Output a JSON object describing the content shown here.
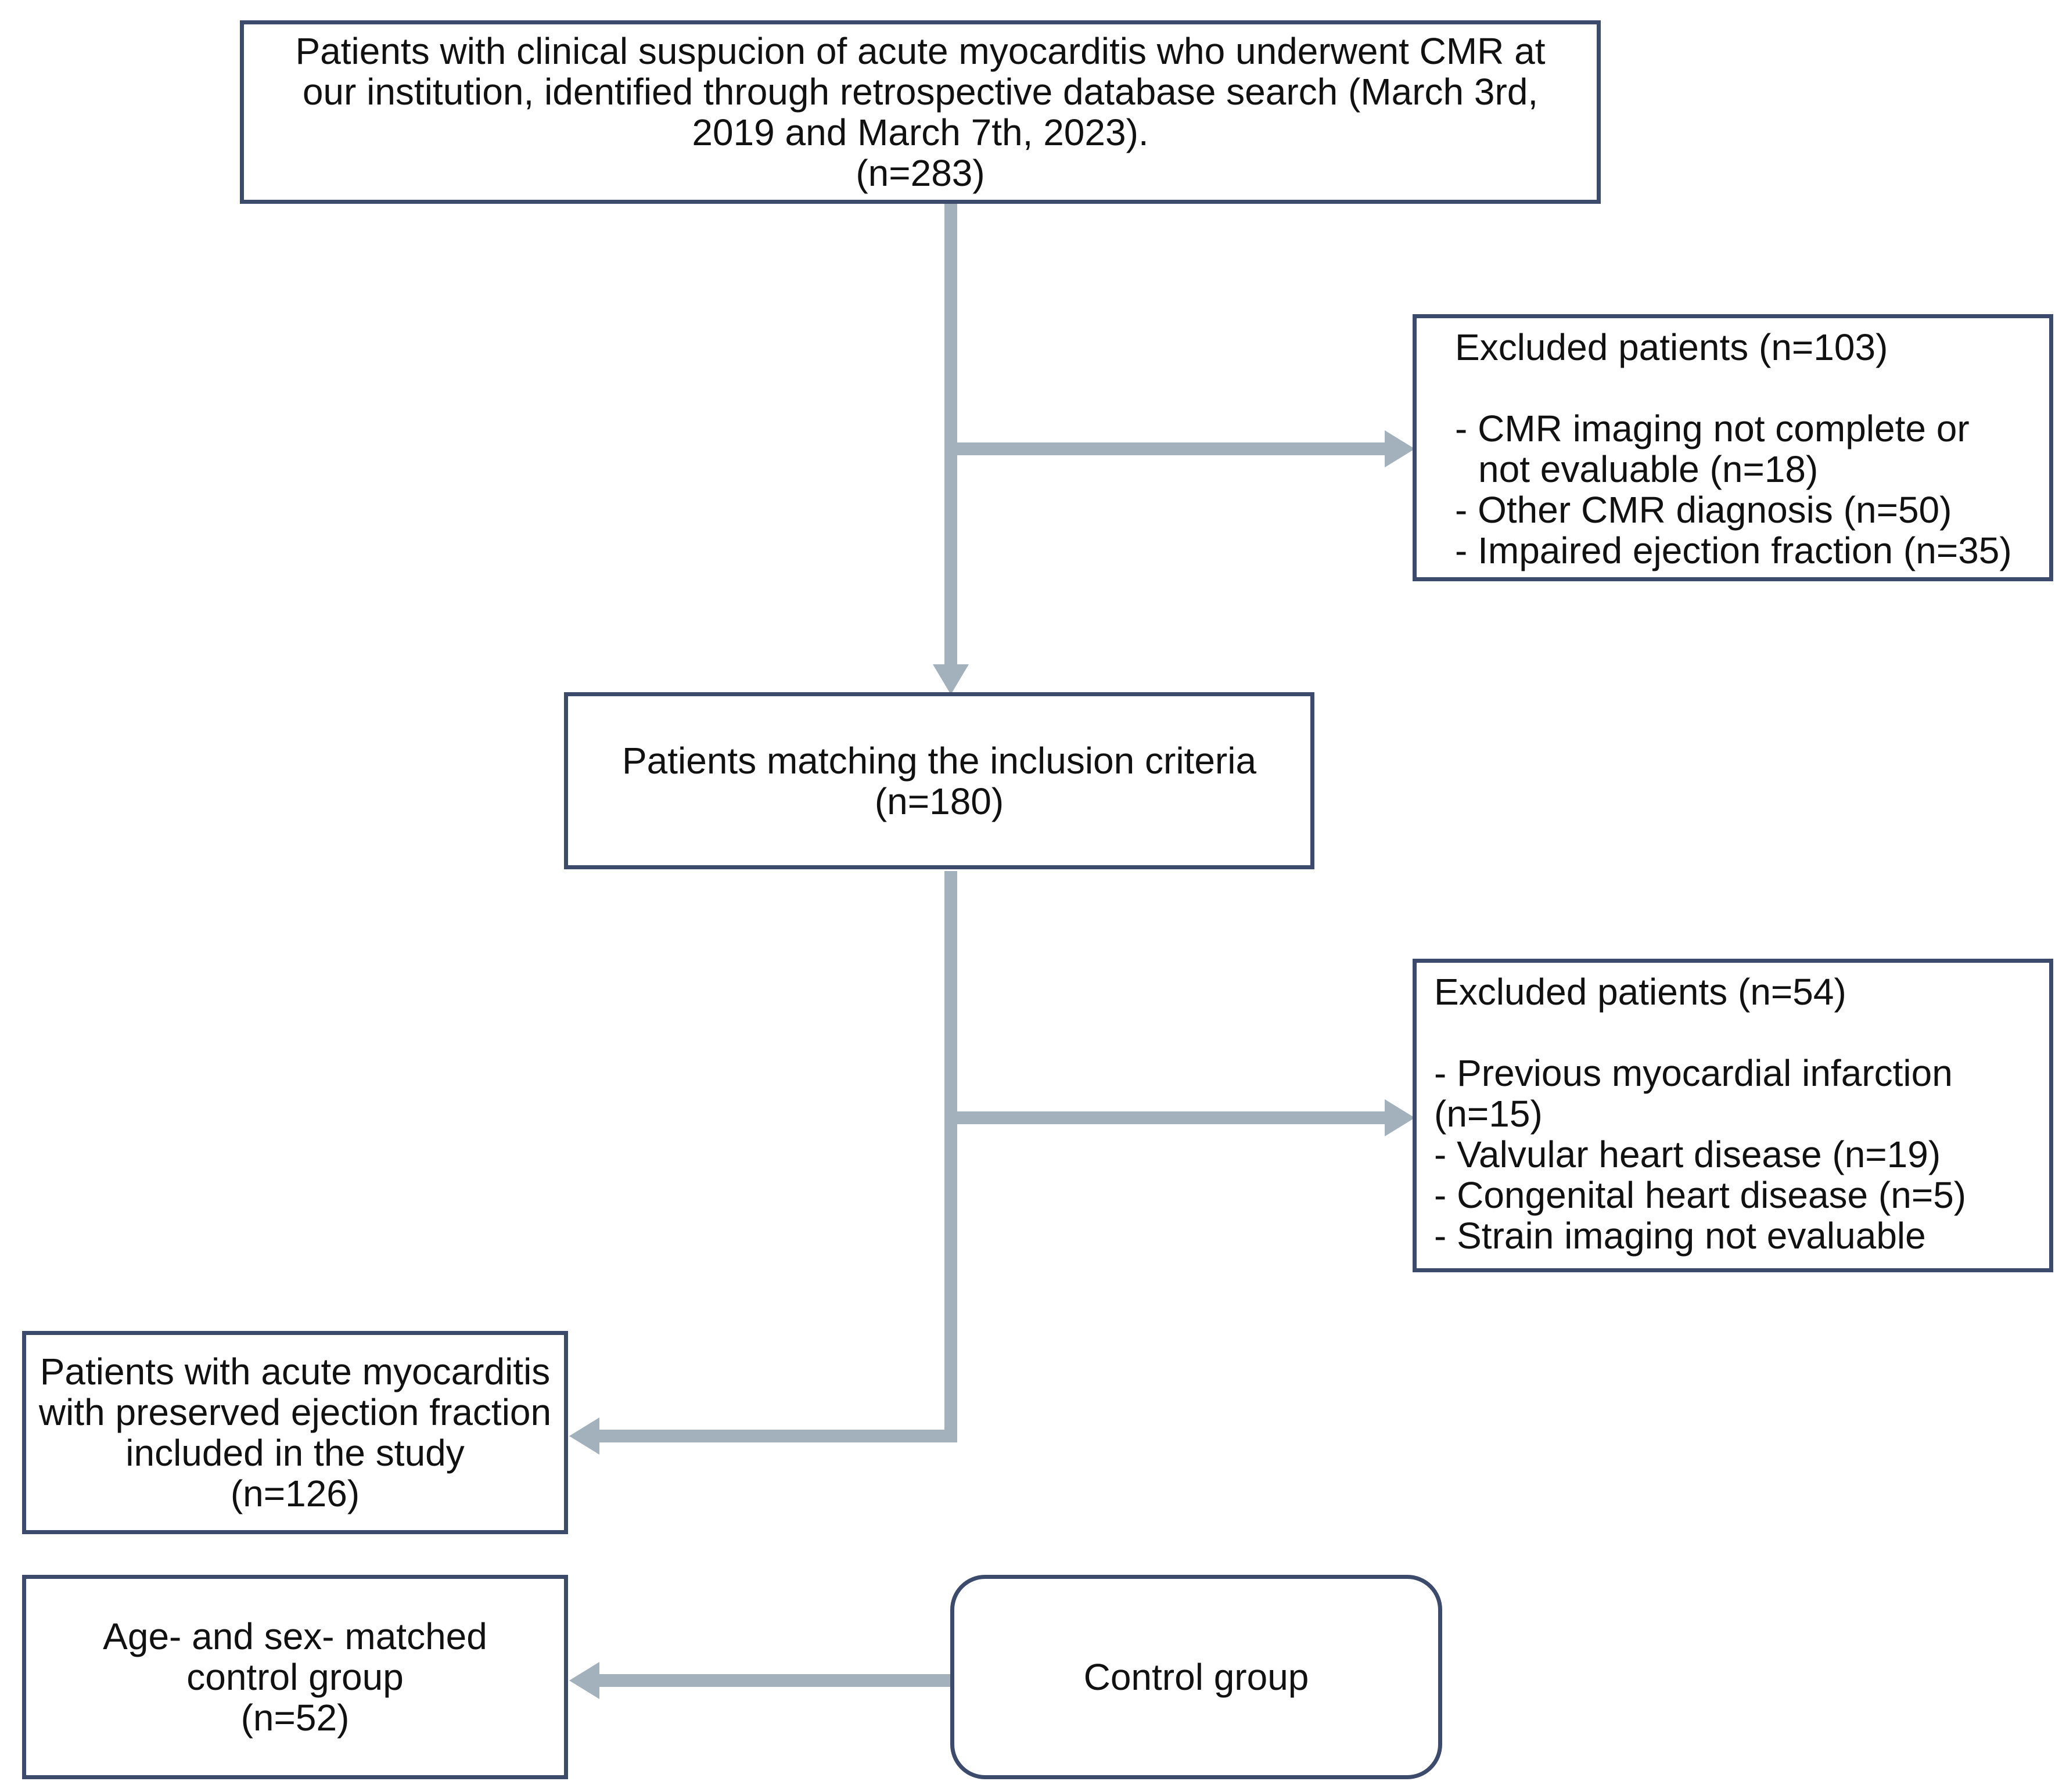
{
  "flowchart": {
    "start_box": {
      "lines": [
        "Patients with clinical suspucion of acute myocarditis who underwent CMR at",
        "our institution, identified through retrospective database search (March 3rd,",
        "2019 and March 7th, 2023).",
        "(n=283)"
      ]
    },
    "exclusion_1": {
      "title": "Excluded patients (n=103)",
      "items": [
        "- CMR imaging not complete or",
        "not evaluable (n=18)",
        "- Other CMR diagnosis (n=50)",
        "- Impaired ejection fraction (n=35)"
      ]
    },
    "inclusion_box": {
      "lines": [
        "Patients matching the inclusion criteria",
        "(n=180)"
      ]
    },
    "exclusion_2": {
      "title": "Excluded patients (n=54)",
      "items": [
        "- Previous myocardial infarction",
        "(n=15)",
        "- Valvular heart disease (n=19)",
        "- Congenital heart disease (n=5)",
        "- Strain imaging not evaluable"
      ]
    },
    "study_group_box": {
      "lines": [
        "Patients with acute myocarditis",
        "with preserved ejection fraction",
        "included in the study",
        "(n=126)"
      ]
    },
    "matched_control_box": {
      "lines": [
        "Age- and sex- matched",
        "control group",
        "(n=52)"
      ]
    },
    "control_group_box": {
      "label": "Control group"
    },
    "colors": {
      "box_border": "#3c4a6b",
      "arrow": "#a2b1bc",
      "text": "#111111",
      "background": "#ffffff"
    }
  }
}
